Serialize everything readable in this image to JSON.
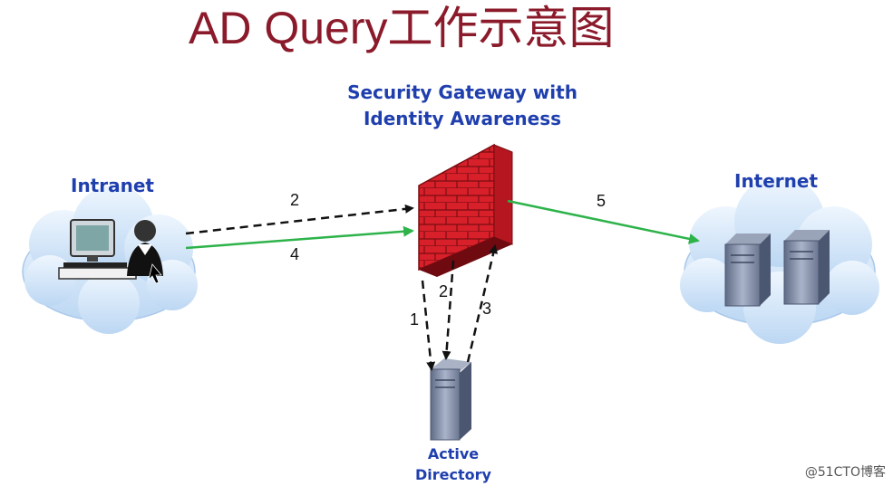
{
  "title": "AD Query工作示意图",
  "nodes": {
    "gateway_line1": "Security Gateway with",
    "gateway_line2": "Identity Awareness",
    "intranet": "Intranet",
    "internet": "Internet",
    "ad_line1": "Active",
    "ad_line2": "Directory"
  },
  "steps": {
    "s1": "1",
    "s2_top": "2",
    "s2_mid": "2",
    "s3": "3",
    "s4": "4",
    "s5": "5"
  },
  "watermark": "@51CTO博客",
  "colors": {
    "title": "#8b1a2b",
    "labels": "#1f3fae",
    "firewall": "#d8202a",
    "green_arrow": "#2db34a",
    "dashed_arrow": "#111111",
    "cloud": "#d6e8fa"
  }
}
